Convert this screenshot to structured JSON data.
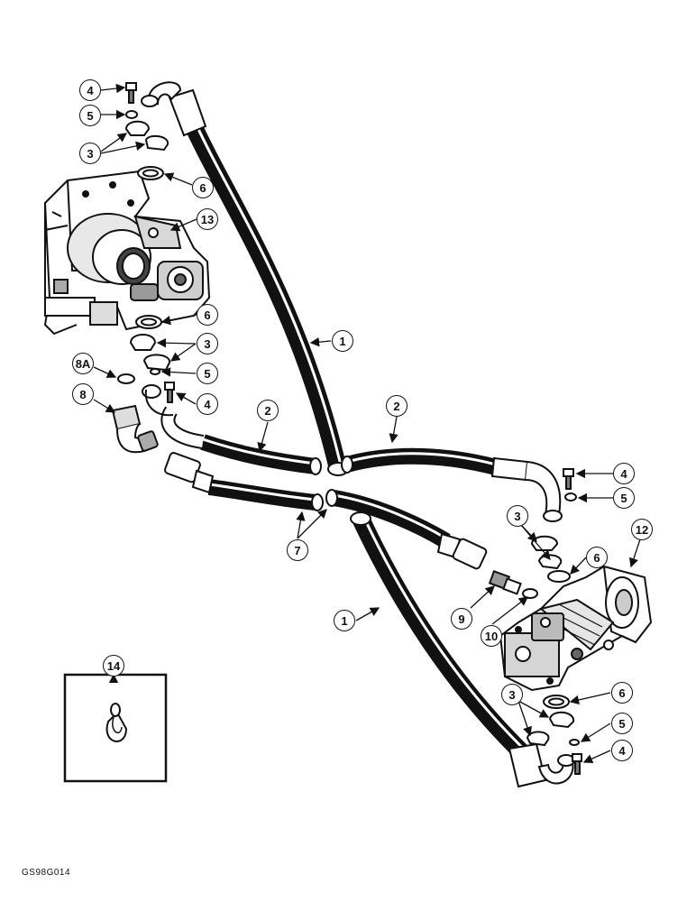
{
  "figure_code": "GS98G014",
  "callouts": {
    "c_4_top": "4",
    "c_5_top": "5",
    "c_3_top": "3",
    "c_6_top": "6",
    "c_13": "13",
    "c_6_mid": "6",
    "c_3_mid": "3",
    "c_8a": "8A",
    "c_5_mid": "5",
    "c_8": "8",
    "c_4_mid": "4",
    "c_1_upper": "1",
    "c_2_left": "2",
    "c_2_right": "2",
    "c_4_right": "4",
    "c_5_right": "5",
    "c_12": "12",
    "c_3_right": "3",
    "c_6_right": "6",
    "c_7": "7",
    "c_1_lower": "1",
    "c_9": "9",
    "c_10": "10",
    "c_14": "14",
    "c_6_bottom": "6",
    "c_3_bottom": "3",
    "c_5_bottom": "5",
    "c_4_bottom": "4"
  }
}
